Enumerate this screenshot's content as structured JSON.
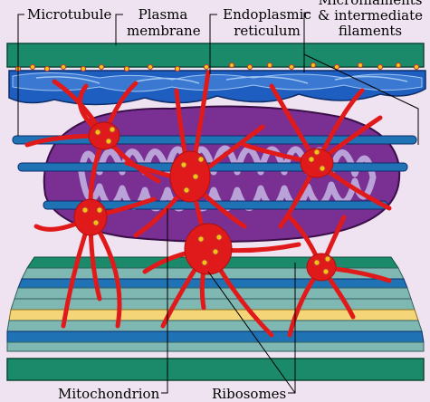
{
  "labels": {
    "microtubule": "Microtubule",
    "plasma_membrane_1": "Plasma",
    "plasma_membrane_2": "membrane",
    "er_1": "Endoplasmic",
    "er_2": "reticulum",
    "mf_1": "Microfilaments",
    "mf_2": "& intermediate",
    "mf_3": "filaments",
    "mitochondrion": "Mitochondrion",
    "ribosomes": "Ribosomes"
  },
  "colors": {
    "background": "#efe3f1",
    "membrane": "#1a8a6b",
    "er_blue": "#1d5ec0",
    "er_light": "#5f9be0",
    "microtubule": "#1f73b5",
    "mito_outer": "#7a2f92",
    "mito_inner": "#b9a2d8",
    "filament": "#e01a1a",
    "ribosome": "#f4c21a",
    "teal_stripe": "#7fb8b3",
    "yellow_stripe": "#f4d679"
  }
}
